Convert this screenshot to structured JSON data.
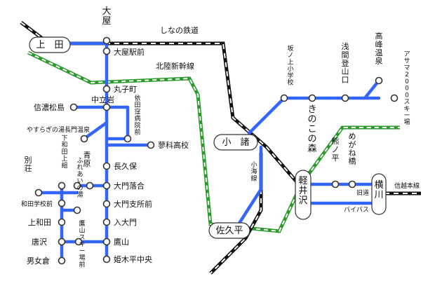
{
  "colors": {
    "bus_route": "#3366ff",
    "shinano_railway": "#111111",
    "shinkansen": "#2a9a2a",
    "koumi_line": "#111111",
    "background": "#ffffff"
  },
  "lines": {
    "shinano": "しなの鉄道",
    "shinkansen": "北陸新幹線",
    "koumi": "小海線",
    "shinetsu": "信越本線",
    "kyudo": "旧道",
    "bypass": "バイパス"
  },
  "hubs": {
    "ueda": "上　田",
    "komoro": "小　諸",
    "sakudaira": "佐久平",
    "karuizawa": "軽井沢",
    "yokokawa": "横川"
  },
  "stops": {
    "oya": "大屋",
    "oya_ekimae": "大屋駅前",
    "marukomachi": "丸子町",
    "nakatachiiwa": "中立岩",
    "yoda_hospital": "依田窪病院前",
    "shinano_matsushima": "信濃松島",
    "yasuragi": "やすらぎの湯長門温泉",
    "tateshina_hs": "蓼科高校",
    "aohara": "青原",
    "fureai": "ふれあいの湯",
    "nagakubo": "長久保",
    "daimon_ochiai": "大門落合",
    "daimon_shisho": "大門支所前",
    "iriomon": "入大門",
    "takayama": "鷹山",
    "himekidaira": "姫木平中央",
    "takayama_ski": "鷹山スキー場前",
    "bessho": "別荘",
    "shimowada_kami": "下和田上組",
    "wada_school": "和田学校前",
    "kamiwada": "上和田",
    "karasawa": "唐沢",
    "otokokura": "男女倉",
    "sakanoue_school": "坂ノ上小学校",
    "kinoko": "きのこの森",
    "asama_tozan": "浅間登山口",
    "takamine": "高峰温泉",
    "asama_ski": "アサマ2000スキー場",
    "megane": "めがね橋",
    "kumanotaira": "熊ノ平"
  }
}
